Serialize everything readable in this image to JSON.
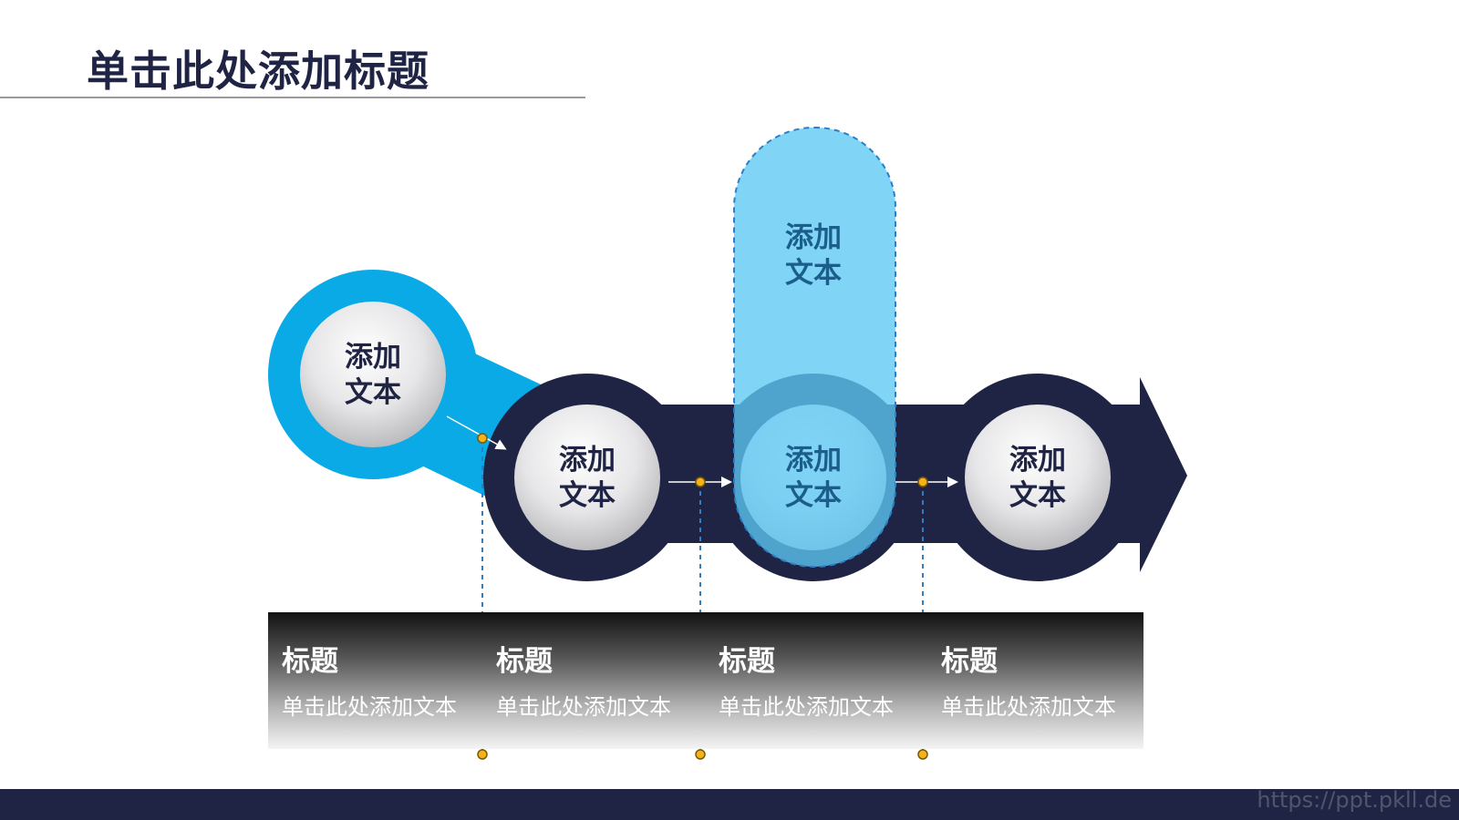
{
  "title": "单击此处添加标题",
  "circles": [
    {
      "text1": "添加",
      "text2": "文本"
    },
    {
      "text1": "添加",
      "text2": "文本"
    },
    {
      "text1": "添加",
      "text2": "文本"
    },
    {
      "text1": "添加",
      "text2": "文本"
    }
  ],
  "highlight": {
    "text1": "添加",
    "text2": "文本"
  },
  "captions": [
    {
      "title": "标题",
      "text": "单击此处添加文本"
    },
    {
      "title": "标题",
      "text": "单击此处添加文本"
    },
    {
      "title": "标题",
      "text": "单击此处添加文本"
    },
    {
      "title": "标题",
      "text": "单击此处添加文本"
    }
  ],
  "watermark": "https://ppt.pkll.de",
  "colors": {
    "navy": "#1f2444",
    "accent_blue": "#0aaae6",
    "light_blue": "#7fd6f7",
    "connector_orange": "#f5b21b",
    "dash_blue": "#2a7fc8"
  }
}
